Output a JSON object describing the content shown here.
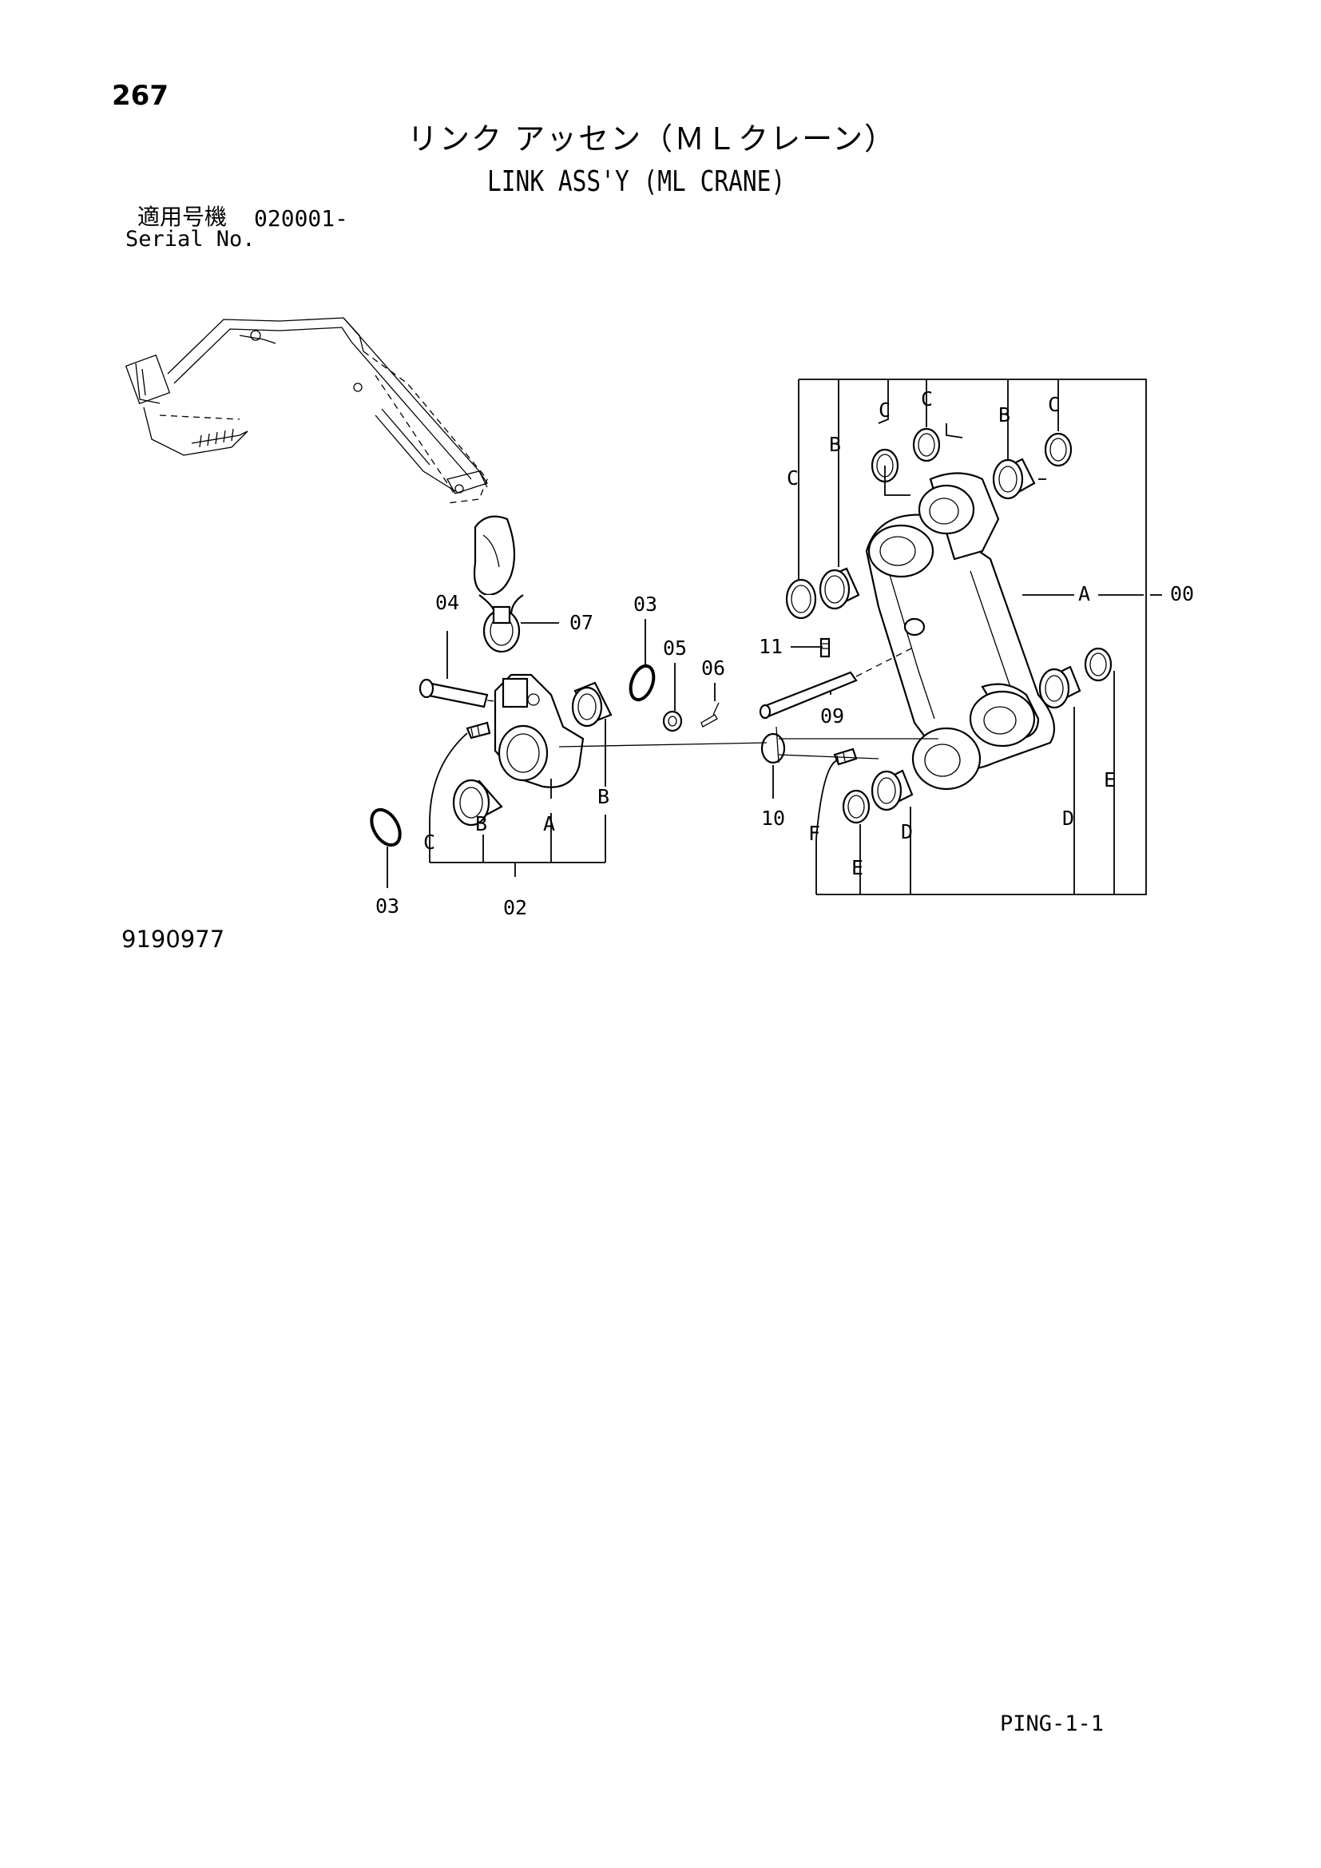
{
  "page": {
    "page_number": "267",
    "title_jp": "リンク アッセン（ＭＬクレーン）",
    "title_en": "LINK ASS'Y (ML CRANE)",
    "serial_label_jp": "適用号機",
    "serial_value": "020001-",
    "serial_label_en": "Serial No.",
    "drawing_number": "9190977",
    "sheet_code": "PING-1-1"
  },
  "callouts": {
    "c00": "00",
    "c02": "02",
    "c03_top": "03",
    "c03_bottom": "03",
    "c04": "04",
    "c05": "05",
    "c06": "06",
    "c07": "07",
    "c09": "09",
    "c10": "10",
    "c11": "11",
    "sub_A_link": "A",
    "sub_A_small": "A",
    "sub_B_link1": "B",
    "sub_B_link2": "B",
    "sub_B_small1": "B",
    "sub_B_small2": "B",
    "sub_C_link1": "C",
    "sub_C_link2": "C",
    "sub_C_link3": "C",
    "sub_C_link4": "C",
    "sub_C_small": "C",
    "sub_D_link1": "D",
    "sub_D_link2": "D",
    "sub_E_link1": "E",
    "sub_E_link2": "E",
    "sub_F": "F"
  }
}
